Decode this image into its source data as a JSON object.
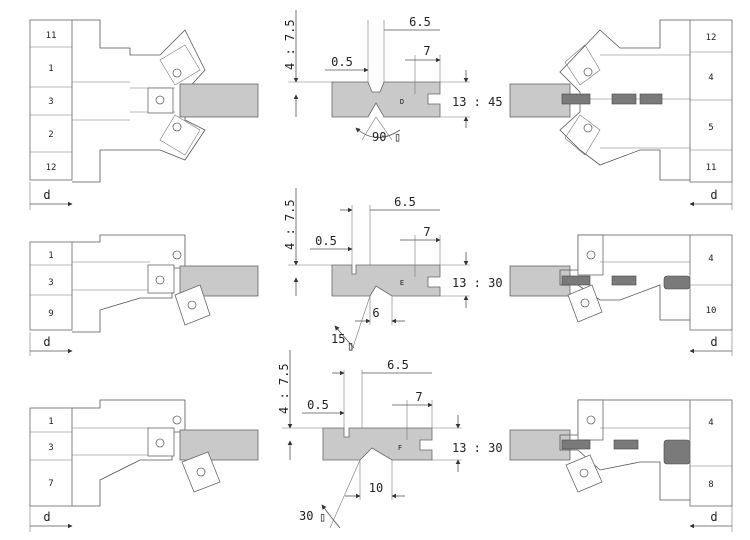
{
  "rows": [
    {
      "left_segments": [
        "11",
        "1",
        "3",
        "2",
        "12"
      ],
      "left_d": "d",
      "profile_letter": "D",
      "dims": {
        "height": "4 : 7.5",
        "width": "6.5",
        "offset": "0.5",
        "slot": "7",
        "range": "13 : 45",
        "angle": "90"
      },
      "right_segments": [
        "12",
        "4",
        "5",
        "11"
      ],
      "right_d": "d"
    },
    {
      "left_segments": [
        "1",
        "3",
        "9"
      ],
      "left_d": "d",
      "profile_letter": "E",
      "dims": {
        "height": "4 : 7.5",
        "width": "6.5",
        "offset": "0.5",
        "slot": "7",
        "range": "13 : 30",
        "bottom": "6",
        "angle": "15"
      },
      "right_segments": [
        "4",
        "10"
      ],
      "right_d": "d"
    },
    {
      "left_segments": [
        "1",
        "3",
        "7"
      ],
      "left_d": "d",
      "profile_letter": "F",
      "dims": {
        "height": "4 : 7.5",
        "width": "6.5",
        "offset": "0.5",
        "slot": "7",
        "range": "13 : 30",
        "bottom": "10",
        "angle": "30"
      },
      "right_segments": [
        "4",
        "8"
      ],
      "right_d": "d"
    }
  ],
  "degree_symbol": "▯"
}
